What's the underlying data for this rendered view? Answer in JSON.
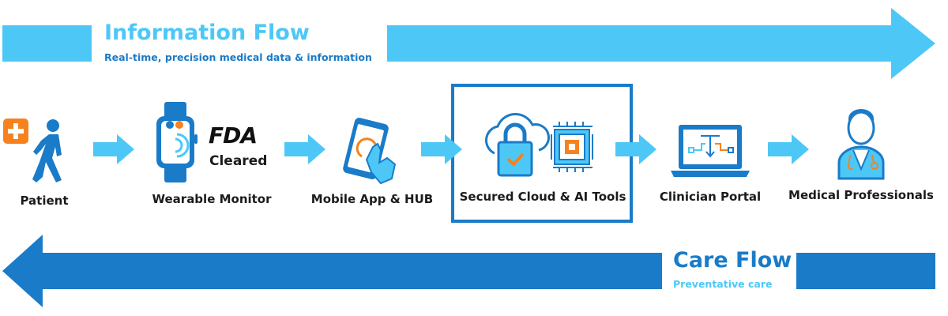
{
  "information_flow": {
    "title": "Information Flow",
    "subtitle": "Real-time, precision medical data & information",
    "color": "#4dc8f6"
  },
  "care_flow": {
    "title": "Care Flow",
    "subtitle": "Preventative care",
    "color": "#1a7bc8"
  },
  "steps": [
    {
      "label": "Patient",
      "icon": "walking-person-icon"
    },
    {
      "label": "Wearable Monitor",
      "icon": "smartwatch-icon"
    },
    {
      "label": "Mobile App & HUB",
      "icon": "smartphone-tap-icon"
    },
    {
      "label": "Secured Cloud & AI Tools",
      "icon": "cloud-lock-chip-icon"
    },
    {
      "label": "Clinician Portal",
      "icon": "laptop-flowchart-icon"
    },
    {
      "label": "Medical Professionals",
      "icon": "doctor-icon"
    }
  ],
  "fda_badge": {
    "logo_text": "FDA",
    "label": "Cleared"
  },
  "colors": {
    "light_blue": "#4dc8f6",
    "dark_blue": "#1a7bc8",
    "orange": "#f5821f",
    "navy": "#1b4f8a"
  }
}
